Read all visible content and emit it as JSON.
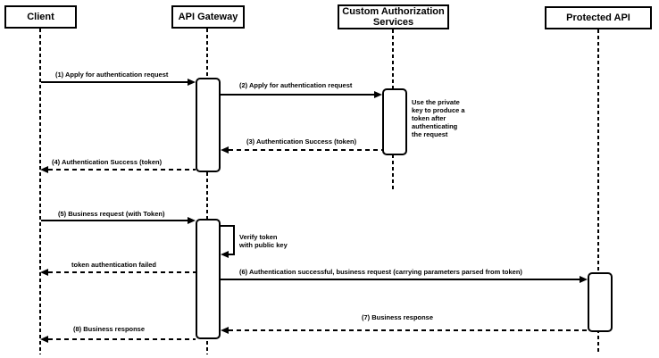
{
  "diagram": {
    "kind": "uml-sequence-diagram",
    "colors": {
      "line": "#000000",
      "background": "#ffffff",
      "box_fill": "#ffffff"
    },
    "actors": [
      {
        "label": "Client"
      },
      {
        "label": "API Gateway"
      },
      {
        "label": "Custom Authorization\nServices"
      },
      {
        "label": "Protected API"
      }
    ],
    "messages": [
      {
        "label": "(1) Apply for authentication request",
        "from": "Client",
        "to": "API Gateway",
        "line": "solid"
      },
      {
        "label": "(2) Apply for authentication request",
        "from": "API Gateway",
        "to": "Custom Authorization Services",
        "line": "solid"
      },
      {
        "label": "(3) Authentication Success (token)",
        "from": "Custom Authorization Services",
        "to": "API Gateway",
        "line": "dashed"
      },
      {
        "label": "(4) Authentication Success (token)",
        "from": "API Gateway",
        "to": "Client",
        "line": "dashed"
      },
      {
        "label": "(5) Business request (with Token)",
        "from": "Client",
        "to": "API Gateway",
        "line": "solid"
      },
      {
        "label": "Verify token\nwith public key",
        "from": "API Gateway",
        "to": "API Gateway",
        "line": "self"
      },
      {
        "label": "token authentication failed",
        "from": "API Gateway",
        "to": "Client",
        "line": "dashed"
      },
      {
        "label": "(6) Authentication successful, business request (carrying parameters parsed from token)",
        "from": "API Gateway",
        "to": "Protected API",
        "line": "solid"
      },
      {
        "label": "(7) Business response",
        "from": "Protected API",
        "to": "API Gateway",
        "line": "dashed"
      },
      {
        "label": "(8) Business response",
        "from": "API Gateway",
        "to": "Client",
        "line": "dashed"
      }
    ],
    "note": {
      "text": "Use the private\nkey to produce a\ntoken after\nauthenticating\nthe request"
    }
  }
}
